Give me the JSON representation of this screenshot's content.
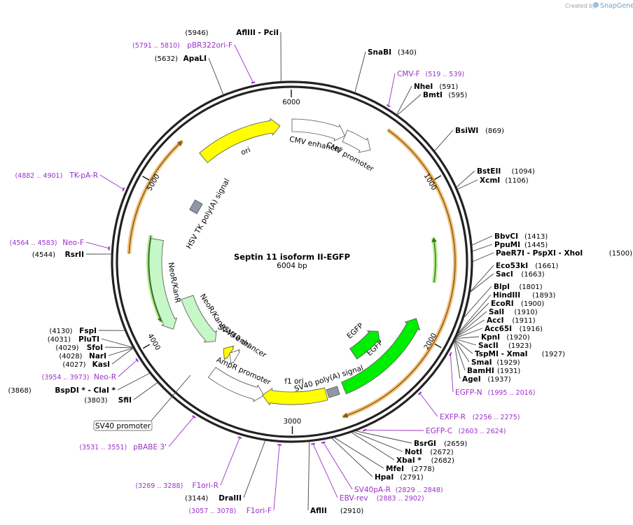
{
  "credit": {
    "created_by": "Created by",
    "brand": "SnapGene"
  },
  "plasmid": {
    "name": "Septin 11  isoform II-EGFP",
    "size": "6004 bp",
    "length": 6004
  },
  "ticks": [
    {
      "pos": 1000,
      "label": "1000"
    },
    {
      "pos": 2000,
      "label": "2000"
    },
    {
      "pos": 3000,
      "label": "3000"
    },
    {
      "pos": 4000,
      "label": "4000"
    },
    {
      "pos": 5000,
      "label": "5000"
    },
    {
      "pos": 6000,
      "label": "6000"
    }
  ],
  "features": [
    {
      "name": "CMV enhancer",
      "start": 0,
      "end": 380,
      "color": "#ffffff",
      "level": 1
    },
    {
      "name": "CMV promoter",
      "start": 380,
      "end": 584,
      "color": "#ffffff",
      "level": 1
    },
    {
      "name": "ori",
      "start": 5330,
      "end": 5920,
      "color": "#ffff00",
      "level": 1
    },
    {
      "name": "HSV TK poly(A) signal",
      "start": 4990,
      "end": 5010,
      "color": "#8e98a4",
      "level": 2
    },
    {
      "name": "NeoR/KanR",
      "start": 4010,
      "end": 4660,
      "color": "#c6f7c6",
      "level": 1
    },
    {
      "name": "NeoR/KanR",
      "start": 3735,
      "end": 4190,
      "color": "#c6f7c6",
      "level": 2
    },
    {
      "name": "SV40 ori",
      "start": 3570,
      "end": 3640,
      "color": "#ffff00",
      "level": 2
    },
    {
      "name": "SV40 enhancer",
      "start": 3505,
      "end": 3575,
      "color": "#ffffff",
      "level": 2
    },
    {
      "name": "AmpR promoter",
      "start": 3200,
      "end": 3600,
      "color": "#ffffff",
      "level": 1
    },
    {
      "name": "f1 ori",
      "start": 2760,
      "end": 3210,
      "color": "#ffff00",
      "level": 1
    },
    {
      "name": "SV40 poly(A) signal",
      "start": 2660,
      "end": 2760,
      "color": "#8e98a4",
      "level": 1
    },
    {
      "name": "EGFP",
      "start": 1910,
      "end": 2630,
      "color": "#00ee00",
      "level": 1
    },
    {
      "name": "EGFP",
      "start": 2150,
      "end": 2440,
      "color": "#00ee00",
      "level": 2
    }
  ],
  "orfs": [
    {
      "start": 600,
      "end": 2700,
      "dir": "cw"
    },
    {
      "start": 4550,
      "end": 5300,
      "dir": "cw"
    },
    {
      "start": 1340,
      "end": 1640,
      "dir": "ccw"
    },
    {
      "start": 4090,
      "end": 4680,
      "dir": "ccw"
    }
  ],
  "sites": [
    {
      "pos": 5946,
      "name": "AflIII  - PciI",
      "num": "(5946)",
      "primer": false
    },
    {
      "pos": 5800,
      "name": "pBR322ori-F",
      "num": "(5791 .. 5810)",
      "primer": true
    },
    {
      "pos": 5632,
      "name": "ApaLI",
      "num": "(5632)",
      "primer": false
    },
    {
      "pos": 340,
      "name": "SnaBI",
      "num": "(340)",
      "primer": false
    },
    {
      "pos": 529,
      "name": "CMV-F",
      "num": "(519 .. 539)",
      "primer": true
    },
    {
      "pos": 591,
      "name": "NheI",
      "num": "(591)",
      "primer": false
    },
    {
      "pos": 595,
      "name": "BmtI",
      "num": "(595)",
      "primer": false
    },
    {
      "pos": 869,
      "name": "BsiWI",
      "num": "(869)",
      "primer": false
    },
    {
      "pos": 1094,
      "name": "BstEII",
      "num": "(1094)",
      "primer": false
    },
    {
      "pos": 1106,
      "name": "XcmI",
      "num": "(1106)",
      "primer": false
    },
    {
      "pos": 1413,
      "name": "BbvCI",
      "num": "(1413)",
      "primer": false
    },
    {
      "pos": 1445,
      "name": "PpuMI",
      "num": "(1445)",
      "primer": false
    },
    {
      "pos": 1500,
      "name": "PaeR7I  - PspXI  - XhoI",
      "num": "(1500)",
      "primer": false
    },
    {
      "pos": 1661,
      "name": "Eco53kI",
      "num": "(1661)",
      "primer": false
    },
    {
      "pos": 1663,
      "name": "SacI",
      "num": "(1663)",
      "primer": false
    },
    {
      "pos": 1801,
      "name": "BlpI",
      "num": "(1801)",
      "primer": false
    },
    {
      "pos": 1893,
      "name": "HindIII",
      "num": "(1893)",
      "primer": false
    },
    {
      "pos": 1900,
      "name": "EcoRI",
      "num": "(1900)",
      "primer": false
    },
    {
      "pos": 1910,
      "name": "SalI",
      "num": "(1910)",
      "primer": false
    },
    {
      "pos": 1911,
      "name": "AccI",
      "num": "(1911)",
      "primer": false
    },
    {
      "pos": 1916,
      "name": "Acc65I",
      "num": "(1916)",
      "primer": false
    },
    {
      "pos": 1920,
      "name": "KpnI",
      "num": "(1920)",
      "primer": false
    },
    {
      "pos": 1923,
      "name": "SacII",
      "num": "(1923)",
      "primer": false
    },
    {
      "pos": 1927,
      "name": "TspMI  - XmaI",
      "num": "(1927)",
      "primer": false
    },
    {
      "pos": 1929,
      "name": "SmaI",
      "num": "(1929)",
      "primer": false
    },
    {
      "pos": 1931,
      "name": "BamHI",
      "num": "(1931)",
      "primer": false
    },
    {
      "pos": 1937,
      "name": "AgeI",
      "num": "(1937)",
      "primer": false
    },
    {
      "pos": 2005,
      "name": "EGFP-N",
      "num": "(1995 .. 2016)",
      "primer": true
    },
    {
      "pos": 2265,
      "name": "EXFP-R",
      "num": "(2256 .. 2275)",
      "primer": true
    },
    {
      "pos": 2613,
      "name": "EGFP-C",
      "num": "(2603 .. 2624)",
      "primer": true
    },
    {
      "pos": 2659,
      "name": "BsrGI",
      "num": "(2659)",
      "primer": false
    },
    {
      "pos": 2672,
      "name": "NotI",
      "num": "(2672)",
      "primer": false
    },
    {
      "pos": 2682,
      "name": "XbaI *",
      "num": "(2682)",
      "primer": false
    },
    {
      "pos": 2778,
      "name": "MfeI",
      "num": "(2778)",
      "primer": false
    },
    {
      "pos": 2791,
      "name": "HpaI",
      "num": "(2791)",
      "primer": false
    },
    {
      "pos": 2838,
      "name": "SV40pA-R",
      "num": "(2829 .. 2848)",
      "primer": true
    },
    {
      "pos": 2892,
      "name": "EBV-rev",
      "num": "(2883 .. 2902)",
      "primer": true
    },
    {
      "pos": 2910,
      "name": "AflII",
      "num": "(2910)",
      "primer": false
    },
    {
      "pos": 3067,
      "name": "F1ori-F",
      "num": "(3057 .. 3078)",
      "primer": true
    },
    {
      "pos": 3144,
      "name": "DraIII",
      "num": "(3144)",
      "primer": false
    },
    {
      "pos": 3278,
      "name": "F1ori-R",
      "num": "(3269 .. 3288)",
      "primer": true
    },
    {
      "pos": 3541,
      "name": "pBABE 3'",
      "num": "(3531 .. 3551)",
      "primer": true
    },
    {
      "pos": 3803,
      "name": "SfiI",
      "num": "(3803)",
      "primer": false
    },
    {
      "pos": 3868,
      "name": "BspDI *  - ClaI *",
      "num": "(3868)",
      "primer": false
    },
    {
      "pos": 3963,
      "name": "Neo-R",
      "num": "(3954 .. 3973)",
      "primer": true
    },
    {
      "pos": 4027,
      "name": "KasI",
      "num": "(4027)",
      "primer": false
    },
    {
      "pos": 4028,
      "name": "NarI",
      "num": "(4028)",
      "primer": false
    },
    {
      "pos": 4029,
      "name": "SfoI",
      "num": "(4029)",
      "primer": false
    },
    {
      "pos": 4031,
      "name": "PluTI",
      "num": "(4031)",
      "primer": false
    },
    {
      "pos": 4130,
      "name": "FspI",
      "num": "(4130)",
      "primer": false
    },
    {
      "pos": 4544,
      "name": "RsrII",
      "num": "(4544)",
      "primer": false
    },
    {
      "pos": 4573,
      "name": "Neo-F",
      "num": "(4564 .. 4583)",
      "primer": true
    },
    {
      "pos": 4891,
      "name": "TK-pA-R",
      "num": "(4882 .. 4901)",
      "primer": true
    }
  ],
  "boxed_label": {
    "name": "SV40 promoter",
    "pos": 3660
  }
}
